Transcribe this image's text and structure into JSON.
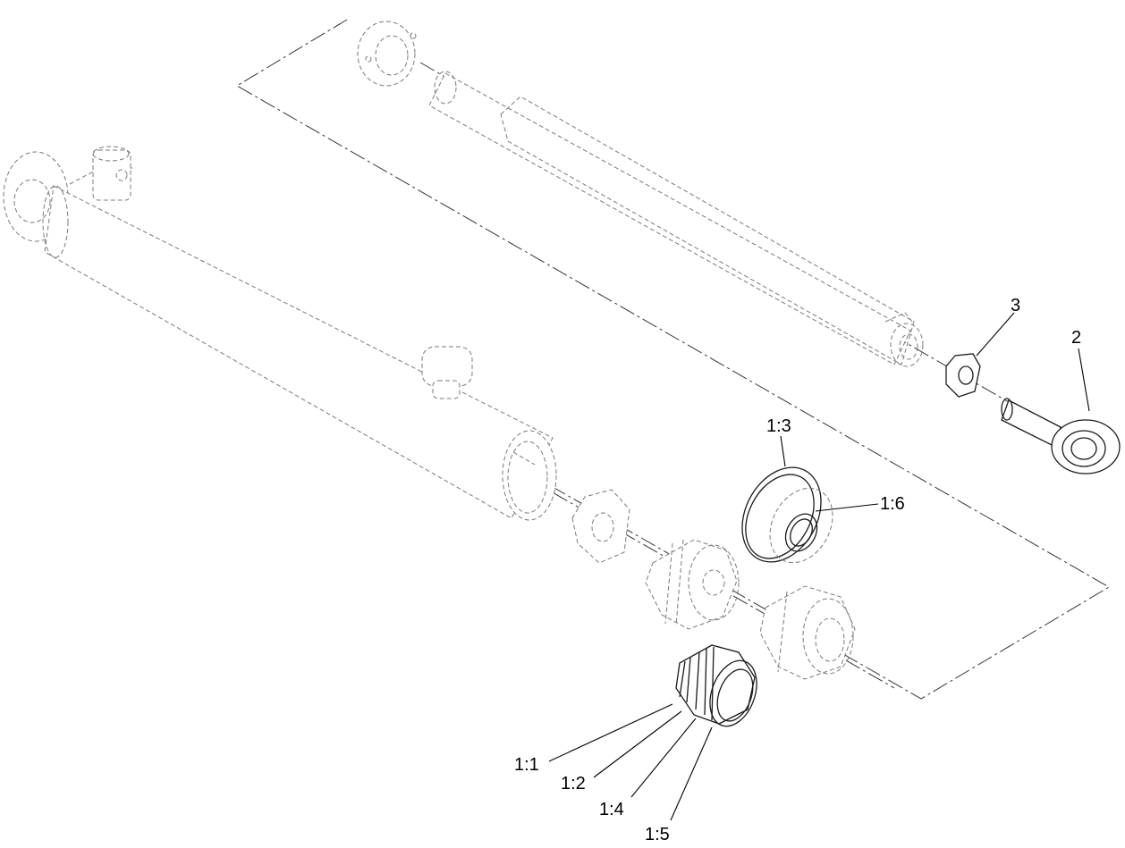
{
  "callouts": {
    "c_1_1": "1:1",
    "c_1_2": "1:2",
    "c_1_3": "1:3",
    "c_1_4": "1:4",
    "c_1_5": "1:5",
    "c_1_6": "1:6",
    "c_2": "2",
    "c_3": "3"
  },
  "colors": {
    "ghost_line": "#7a7a7a",
    "solid_line": "#1a1a1a",
    "background": "#ffffff"
  }
}
